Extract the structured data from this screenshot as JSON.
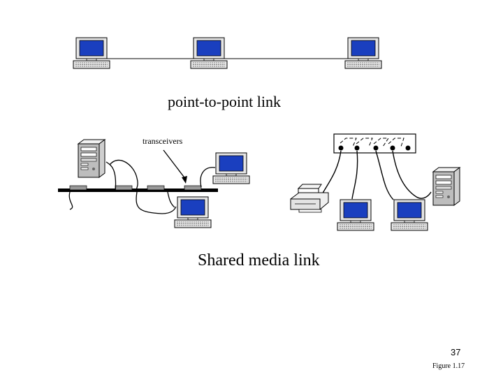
{
  "labels": {
    "point_to_point": "point-to-point link",
    "transceivers": "transceivers",
    "shared_media": "Shared media link",
    "page_number": "37",
    "figure": "Figure 1.17"
  },
  "colors": {
    "screen": "#1a3fbf",
    "case": "#e6e6e6",
    "outline": "#000000",
    "cable": "#000000",
    "tower_panel": "#bdbdbd"
  },
  "icons": [
    "computer-icon",
    "tower-server-icon",
    "printer-icon",
    "hub-icon",
    "transceiver-icon"
  ]
}
